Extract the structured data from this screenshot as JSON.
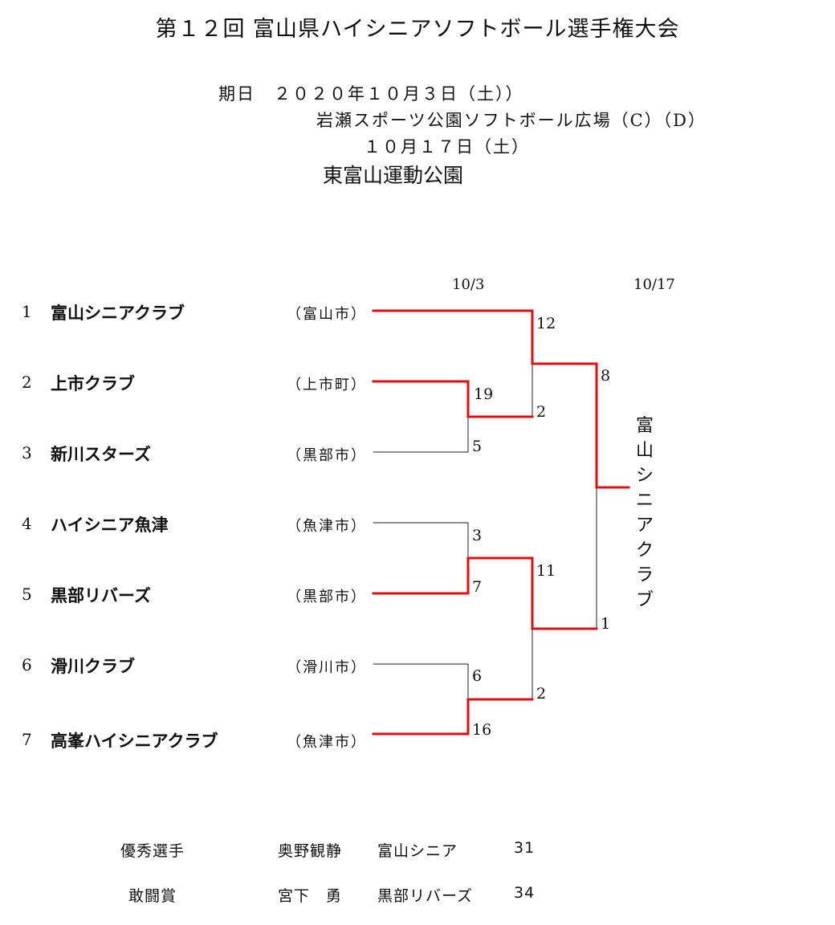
{
  "title": "第１２回 富山県ハイシニアソフトボール選手権大会",
  "schedule": {
    "date1": "期日　２０２０年１０月３日（土））",
    "venue1": "岩瀬スポーツ公園ソフトボール広場（C）（D）",
    "date2": "１０月１７日（土）",
    "venue2": "東富山運動公園"
  },
  "rounds": [
    "10/3",
    "10/17"
  ],
  "teams": [
    {
      "seed": "1",
      "name": "富山シニアクラブ",
      "city": "（富山市）"
    },
    {
      "seed": "2",
      "name": "上市クラブ",
      "city": "（上市町）"
    },
    {
      "seed": "3",
      "name": "新川スターズ",
      "city": "（黒部市）"
    },
    {
      "seed": "4",
      "name": "ハイシニア魚津",
      "city": "（魚津市）"
    },
    {
      "seed": "5",
      "name": "黒部リバーズ",
      "city": "（黒部市）"
    },
    {
      "seed": "6",
      "name": "滑川クラブ",
      "city": "（滑川市）"
    },
    {
      "seed": "7",
      "name": "高峯ハイシニアクラブ",
      "city": "（魚津市）"
    }
  ],
  "scores": {
    "r1_m1_top": "19",
    "r1_m1_bot": "5",
    "r1_m2_top": "3",
    "r1_m2_bot": "7",
    "r1_m3_top": "6",
    "r1_m3_bot": "16",
    "qf_top": "12",
    "qf_bot": "2",
    "qf2_top": "11",
    "qf2_bot": "2",
    "final_top": "8",
    "final_bot": "1"
  },
  "champion": "富山シニアクラブ",
  "awards": [
    {
      "label": "優秀選手",
      "person": "奥野観静",
      "team": "富山シニア",
      "number": "31"
    },
    {
      "label": "敢闘賞",
      "person": "宮下　勇",
      "team": "黒部リバーズ",
      "number": "34"
    }
  ],
  "colors": {
    "winner_line": "#e01010",
    "line": "#222222"
  }
}
